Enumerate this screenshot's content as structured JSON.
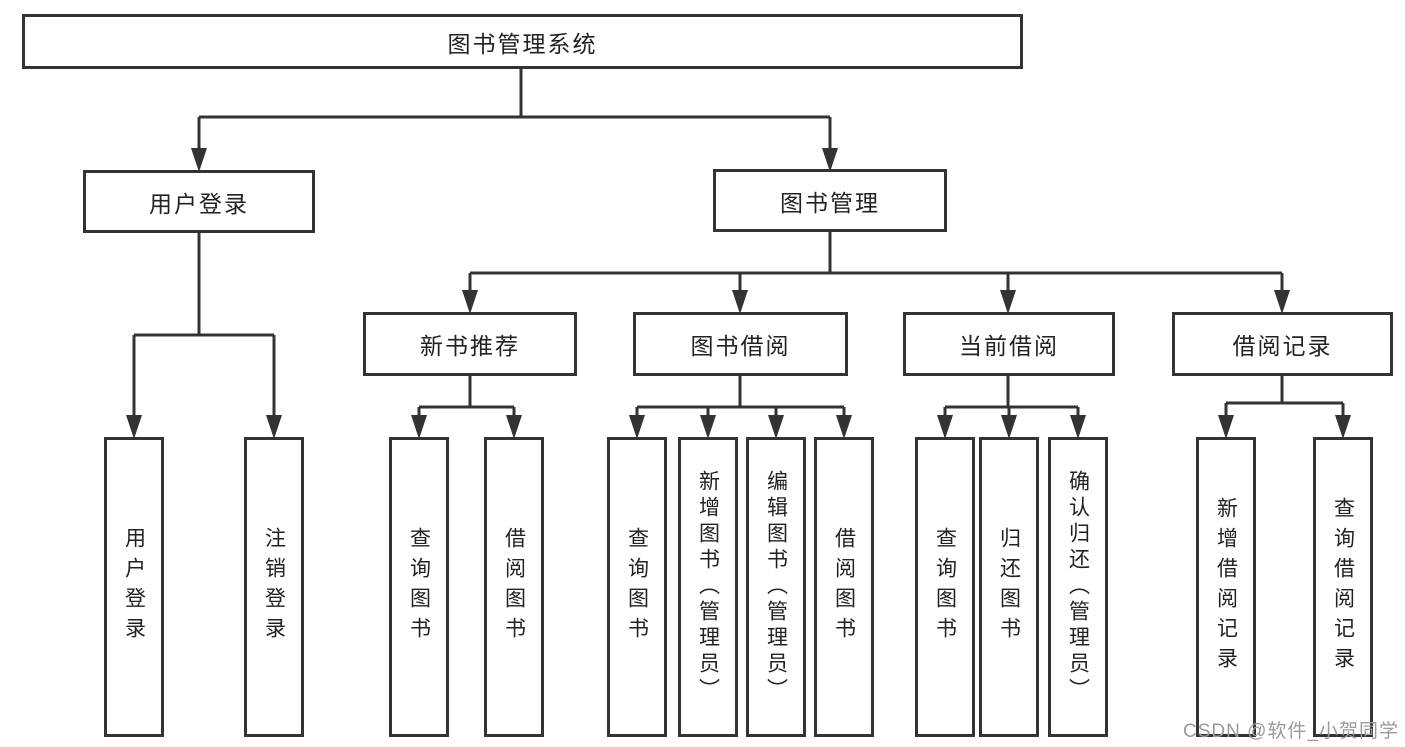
{
  "diagram": {
    "type": "hierarchy-tree",
    "root": {
      "label": "图书管理系统"
    },
    "branches": [
      {
        "label": "用户登录",
        "children": [
          {
            "label": "用户登录"
          },
          {
            "label": "注销登录"
          }
        ]
      },
      {
        "label": "图书管理",
        "modules": [
          {
            "label": "新书推荐",
            "children": [
              {
                "label": "查询图书"
              },
              {
                "label": "借阅图书"
              }
            ]
          },
          {
            "label": "图书借阅",
            "children": [
              {
                "label": "查询图书"
              },
              {
                "label": "新增图书（管理员）"
              },
              {
                "label": "编辑图书（管理员）"
              },
              {
                "label": "借阅图书"
              }
            ]
          },
          {
            "label": "当前借阅",
            "children": [
              {
                "label": "查询图书"
              },
              {
                "label": "归还图书"
              },
              {
                "label": "确认归还（管理员）"
              }
            ]
          },
          {
            "label": "借阅记录",
            "children": [
              {
                "label": "新增借阅记录"
              },
              {
                "label": "查询借阅记录"
              }
            ]
          }
        ]
      }
    ]
  },
  "watermark": {
    "text": "CSDN @软件_小贺同学"
  },
  "colors": {
    "line": "#333333",
    "text": "#222222",
    "watermark": "#9b9b9b",
    "background": "#ffffff"
  }
}
